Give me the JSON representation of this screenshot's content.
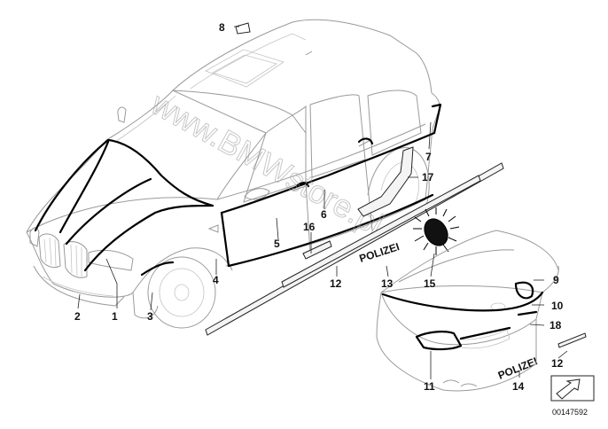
{
  "watermark": "www.BMWstore.pl",
  "police_text": "POLIZEI",
  "reference_number": "00147592",
  "callouts": [
    {
      "id": "1",
      "label": "1"
    },
    {
      "id": "2",
      "label": "2"
    },
    {
      "id": "3",
      "label": "3"
    },
    {
      "id": "4",
      "label": "4"
    },
    {
      "id": "5",
      "label": "5"
    },
    {
      "id": "6",
      "label": "6"
    },
    {
      "id": "7",
      "label": "7"
    },
    {
      "id": "8",
      "label": "8"
    },
    {
      "id": "9",
      "label": "9"
    },
    {
      "id": "10",
      "label": "10"
    },
    {
      "id": "11",
      "label": "11"
    },
    {
      "id": "12a",
      "label": "12"
    },
    {
      "id": "12b",
      "label": "12"
    },
    {
      "id": "13",
      "label": "13"
    },
    {
      "id": "14",
      "label": "14"
    },
    {
      "id": "15",
      "label": "15"
    },
    {
      "id": "16",
      "label": "16"
    },
    {
      "id": "17",
      "label": "17"
    },
    {
      "id": "18",
      "label": "18"
    }
  ]
}
